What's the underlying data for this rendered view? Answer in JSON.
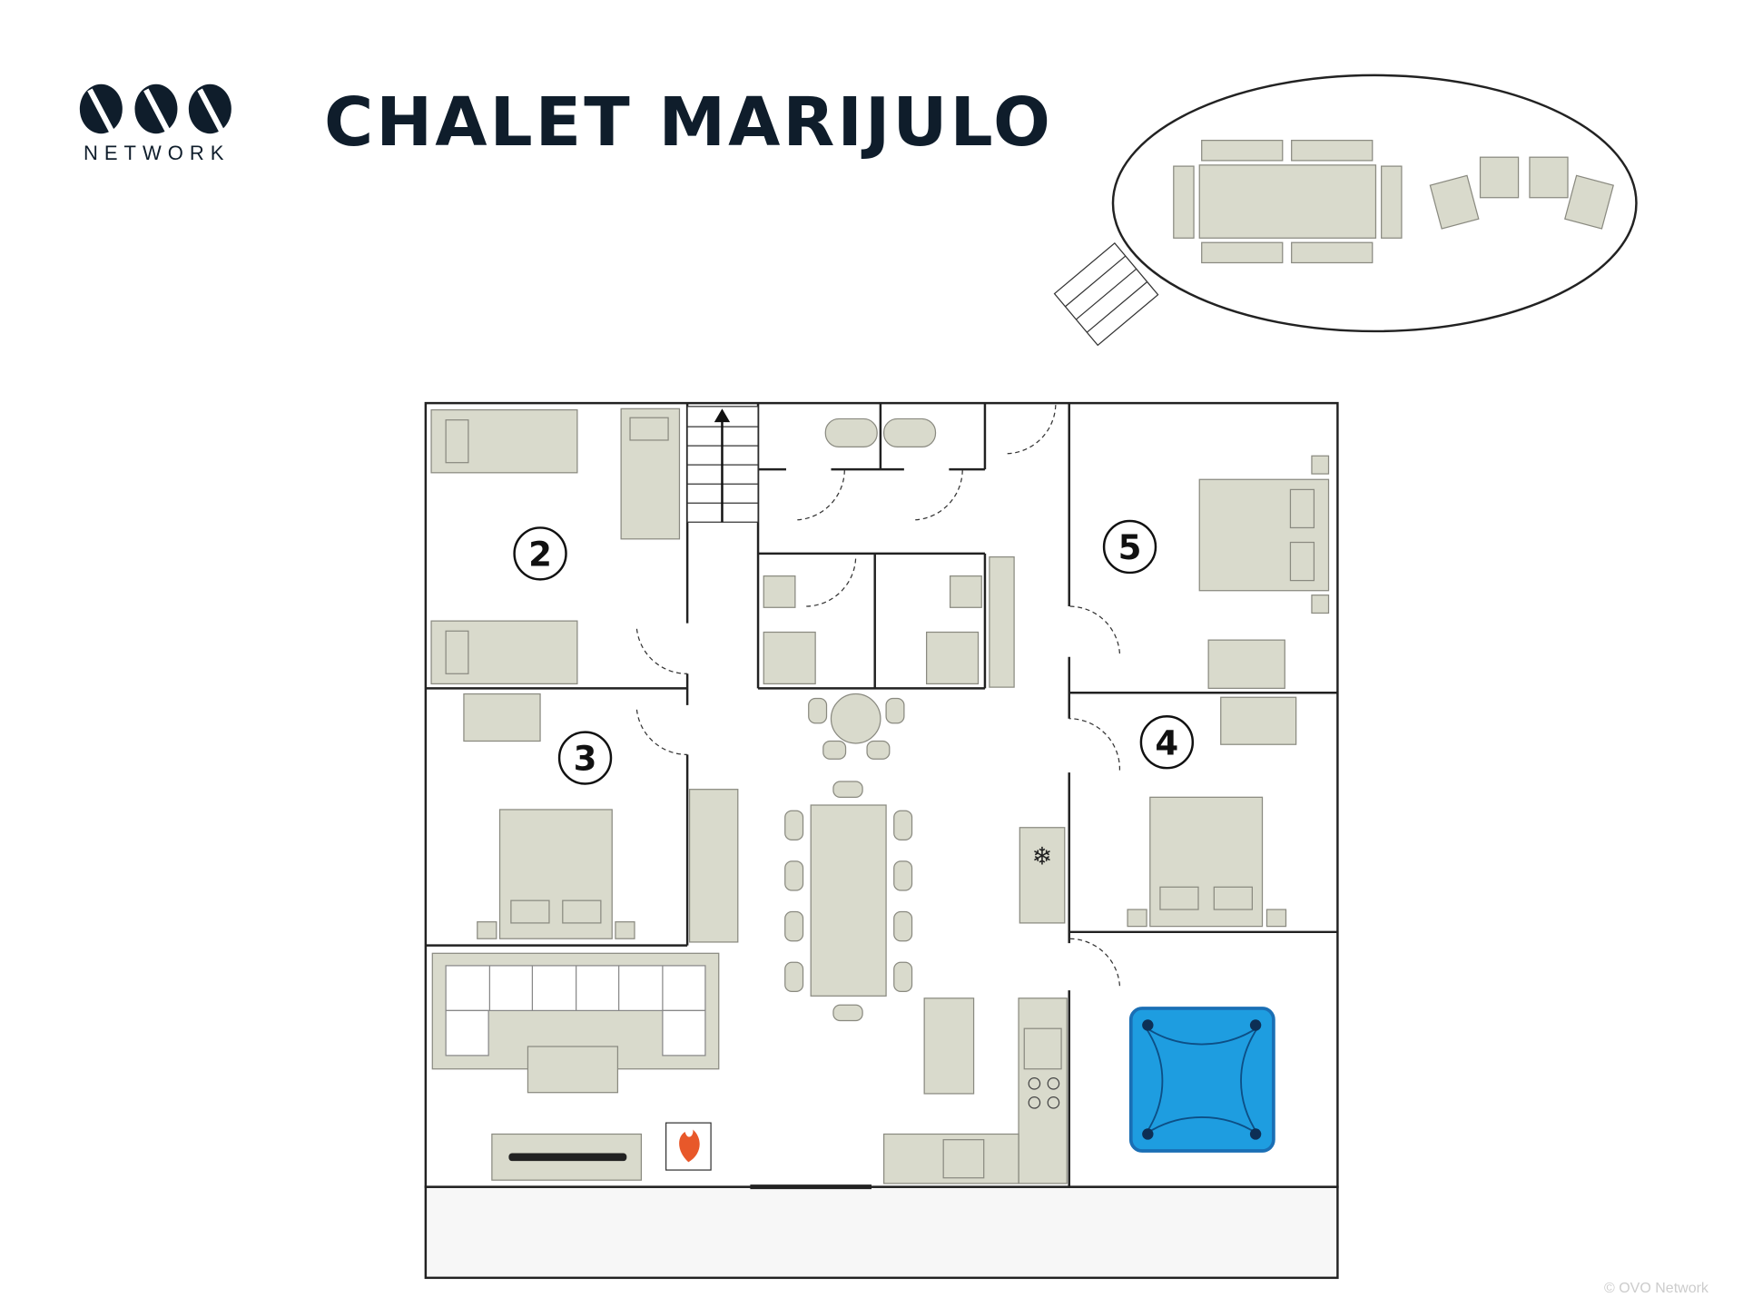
{
  "header": {
    "title": "CHALET MARIJULO",
    "logo_text": "NETWORK"
  },
  "rooms": [
    {
      "number": "2"
    },
    {
      "number": "3"
    },
    {
      "number": "4"
    },
    {
      "number": "5"
    }
  ],
  "footer": {
    "copyright": "© OVO Network"
  },
  "colors": {
    "furniture": "#d9dacc",
    "hot_tub": "#1e9de0",
    "fireplace": "#e8582a",
    "ink": "#0f1d2b"
  }
}
